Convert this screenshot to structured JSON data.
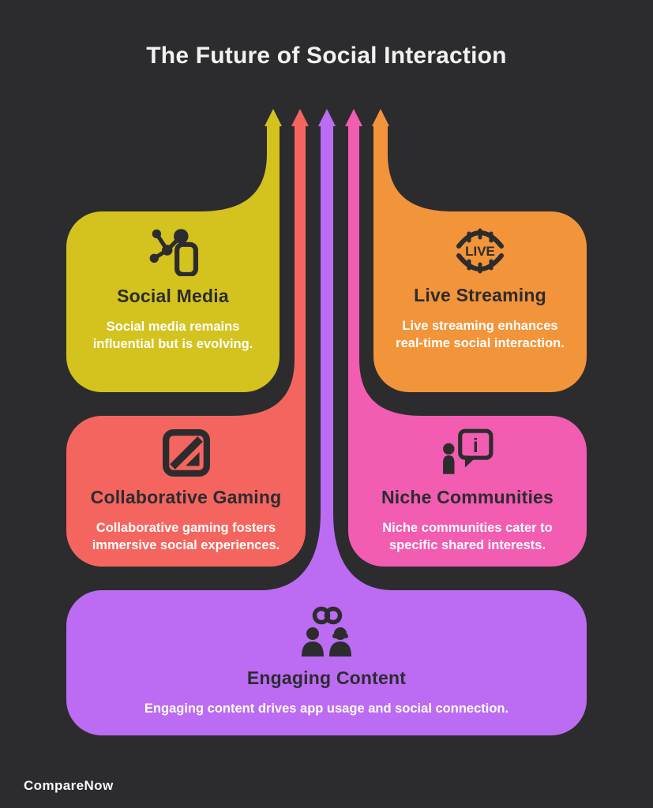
{
  "title": "The Future of Social Interaction",
  "brand": "CompareNow",
  "colors": {
    "bg": "#2c2c2e",
    "ink": "#2c2c2e",
    "yellow": "#d4c21f",
    "red": "#f5655f",
    "purple": "#bb6cf2",
    "pink": "#f25cb1",
    "orange": "#f2943a"
  },
  "cards": [
    {
      "label": "Social Media",
      "description": "Social media remains influential but is evolving.",
      "color": "#d4c21f",
      "icon": "share-network-phone-icon",
      "arrow": "yellow-up-arrow"
    },
    {
      "label": "Live Streaming",
      "description": "Live streaming enhances real-time social interaction.",
      "color": "#f2943a",
      "icon": "live-globe-icon",
      "arrow": "orange-up-arrow"
    },
    {
      "label": "Collaborative Gaming",
      "description": "Collaborative gaming fosters immersive social experiences.",
      "color": "#f5655f",
      "icon": "crossed-square-icon",
      "arrow": "red-up-arrow"
    },
    {
      "label": "Niche Communities",
      "description": "Niche communities cater to specific shared interests.",
      "color": "#f25cb1",
      "icon": "person-info-bubble-icon",
      "arrow": "pink-up-arrow"
    },
    {
      "label": "Engaging Content",
      "description": "Engaging content drives app usage and social connection.",
      "color": "#bb6cf2",
      "icon": "linked-people-icon",
      "arrow": "purple-up-arrow"
    }
  ],
  "icon_live_text": "LIVE",
  "icon_info_text": "i"
}
